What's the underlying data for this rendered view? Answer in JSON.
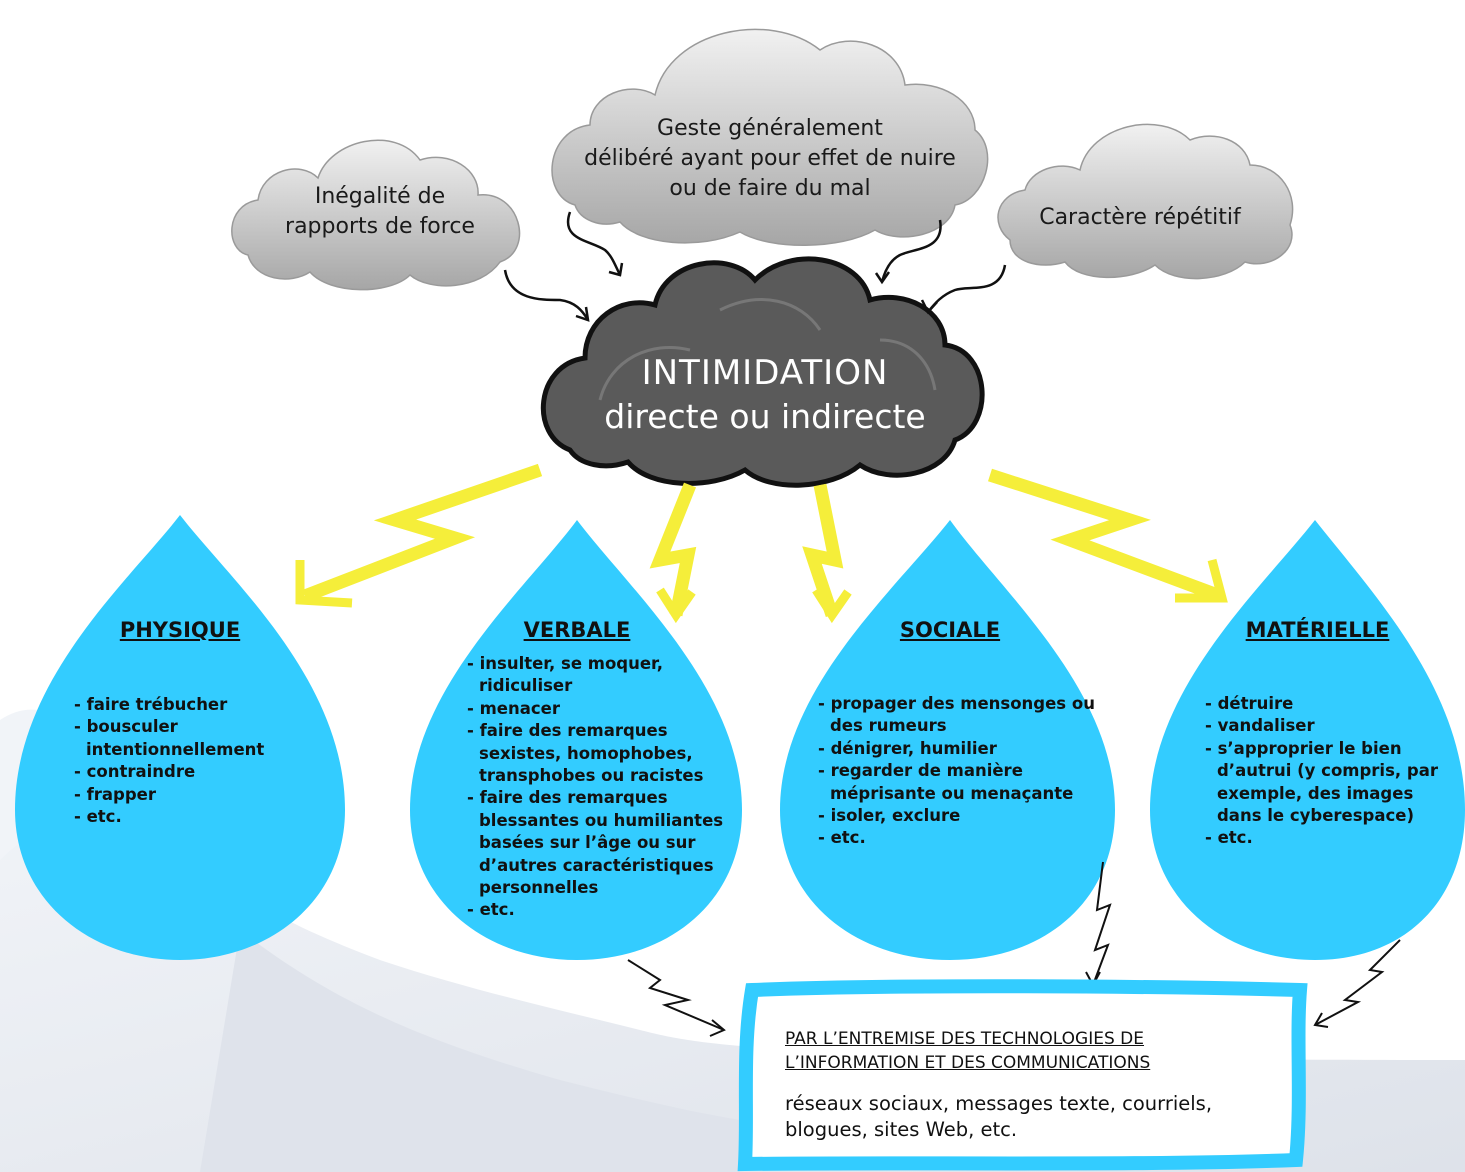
{
  "clouds": {
    "left": [
      "Inégalité de",
      "rapports de force"
    ],
    "center": [
      "Geste généralement",
      "délibéré ayant pour effet de nuire",
      "ou de faire du mal"
    ],
    "right": [
      "Caractère répétitif"
    ]
  },
  "main": {
    "line1": "INTIMIDATION",
    "line2": "directe ou indirecte"
  },
  "drops": [
    {
      "title": "PHYSIQUE",
      "items": [
        "faire trébucher",
        "bousculer intentionnellement",
        "contraindre",
        "frapper",
        "etc."
      ]
    },
    {
      "title": "VERBALE",
      "items": [
        "insulter, se moquer, ridiculiser",
        "menacer",
        "faire des remarques sexistes, homophobes, transphobes ou racistes",
        "faire des remarques blessantes ou humiliantes basées sur l’âge ou sur d’autres caractéristiques personnelles",
        "etc."
      ]
    },
    {
      "title": "SOCIALE",
      "items": [
        "propager des mensonges ou des rumeurs",
        "dénigrer, humilier",
        "regarder de manière méprisante ou menaçante",
        "isoler, exclure",
        "etc."
      ]
    },
    {
      "title": "MATÉRIELLE",
      "items": [
        "détruire",
        "vandaliser",
        "s’approprier le bien d’autrui (y compris, par exemple, des images dans le cyberespace)",
        "etc."
      ]
    }
  ],
  "tic": {
    "title_line1": "PAR L’ENTREMISE DES TECHNOLOGIES DE",
    "title_line2": "L’INFORMATION ET DES COMMUNICATIONS",
    "desc_line1": "réseaux sociaux, messages texte, courriels,",
    "desc_line2": "blogues, sites Web, etc."
  },
  "colors": {
    "drop": "#33ccff",
    "main_cloud": "#555555",
    "small_cloud": "#c9c9c9",
    "bolt": "#f5ee3a",
    "tic_border": "#33ccff",
    "background_cloud": "#e4e8ef"
  }
}
